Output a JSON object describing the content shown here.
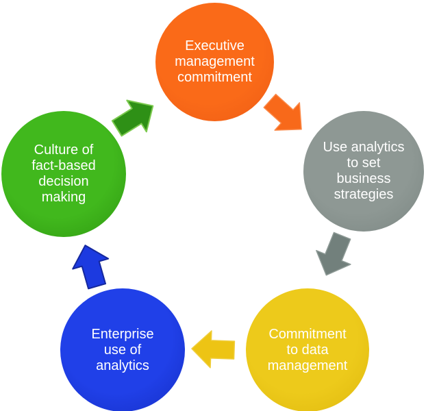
{
  "diagram": {
    "type": "cycle",
    "background": "#ffffff",
    "text_color": "#ffffff",
    "nodes": [
      {
        "id": "executive-management-commitment",
        "label": "Executive management commitment",
        "lines": [
          "Executive",
          "management",
          "commitment"
        ],
        "color": "#fa6a18",
        "edge_color": "#ee5d15"
      },
      {
        "id": "use-analytics-to-set-business-strategies",
        "label": "Use analytics to set business strategies",
        "lines": [
          "Use analytics",
          "to set",
          "business",
          "strategies"
        ],
        "color": "#8e9894",
        "edge_color": "#7c8783"
      },
      {
        "id": "commitment-to-data-management",
        "label": "Commitment to data management",
        "lines": [
          "Commitment",
          "to data",
          "management"
        ],
        "color": "#edca1b",
        "edge_color": "#dfb90e"
      },
      {
        "id": "enterprise-use-of-analytics",
        "label": "Enterprise use of analytics",
        "lines": [
          "Enterprise",
          "use of",
          "analytics"
        ],
        "color": "#2040e8",
        "edge_color": "#162fc7"
      },
      {
        "id": "culture-of-fact-based-decision-making",
        "label": "Culture of fact-based decision making",
        "lines": [
          "Culture of",
          "fact-based",
          "decision",
          "making"
        ],
        "color": "#41b81d",
        "edge_color": "#2f9a11"
      }
    ],
    "arrows": [
      {
        "id": "arrow-executive-to-analytics",
        "from": "executive-management-commitment",
        "to": "use-analytics-to-set-business-strategies",
        "color": "#f8691a",
        "stroke": "#fb8a4a"
      },
      {
        "id": "arrow-analytics-to-data",
        "from": "use-analytics-to-set-business-strategies",
        "to": "commitment-to-data-management",
        "color": "#72807c",
        "stroke": "#8f9b97"
      },
      {
        "id": "arrow-data-to-enterprise",
        "from": "commitment-to-data-management",
        "to": "enterprise-use-of-analytics",
        "color": "#edc414",
        "stroke": "#f0ce3d"
      },
      {
        "id": "arrow-enterprise-to-culture",
        "from": "enterprise-use-of-analytics",
        "to": "culture-of-fact-based-decision-making",
        "color": "#1c3ae0",
        "stroke": "#15289d"
      },
      {
        "id": "arrow-culture-to-executive",
        "from": "culture-of-fact-based-decision-making",
        "to": "executive-management-commitment",
        "color": "#2e9016",
        "stroke": "#7bc94e"
      }
    ]
  }
}
